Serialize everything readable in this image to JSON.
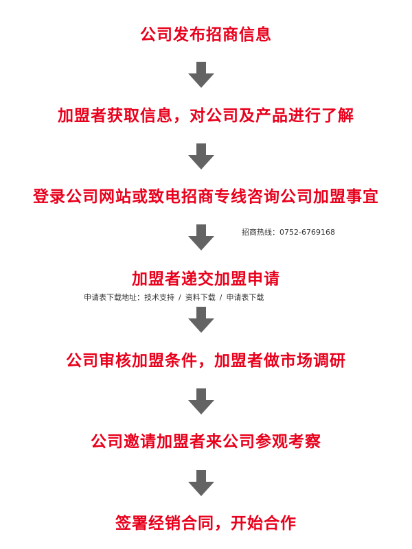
{
  "steps": [
    "公司发布招商信息",
    "加盟者获取信息，对公司及产品进行了解",
    "登录公司网站或致电招商专线咨询公司加盟事宜",
    "加盟者递交加盟申请",
    "公司审核加盟条件，加盟者做市场调研",
    "公司邀请加盟者来公司参观考察",
    "签署经销合同，开始合作"
  ],
  "hotline": {
    "label": "招商热线：",
    "number": "0752-6769168"
  },
  "download": {
    "label": "申请表下载地址：",
    "links": [
      "技术支持",
      "资料下载",
      "申请表下载"
    ],
    "separator": "/"
  },
  "colors": {
    "step_text": "#e8001c",
    "arrow": "#636363"
  },
  "icons": {
    "arrow": "down-arrow-icon"
  }
}
